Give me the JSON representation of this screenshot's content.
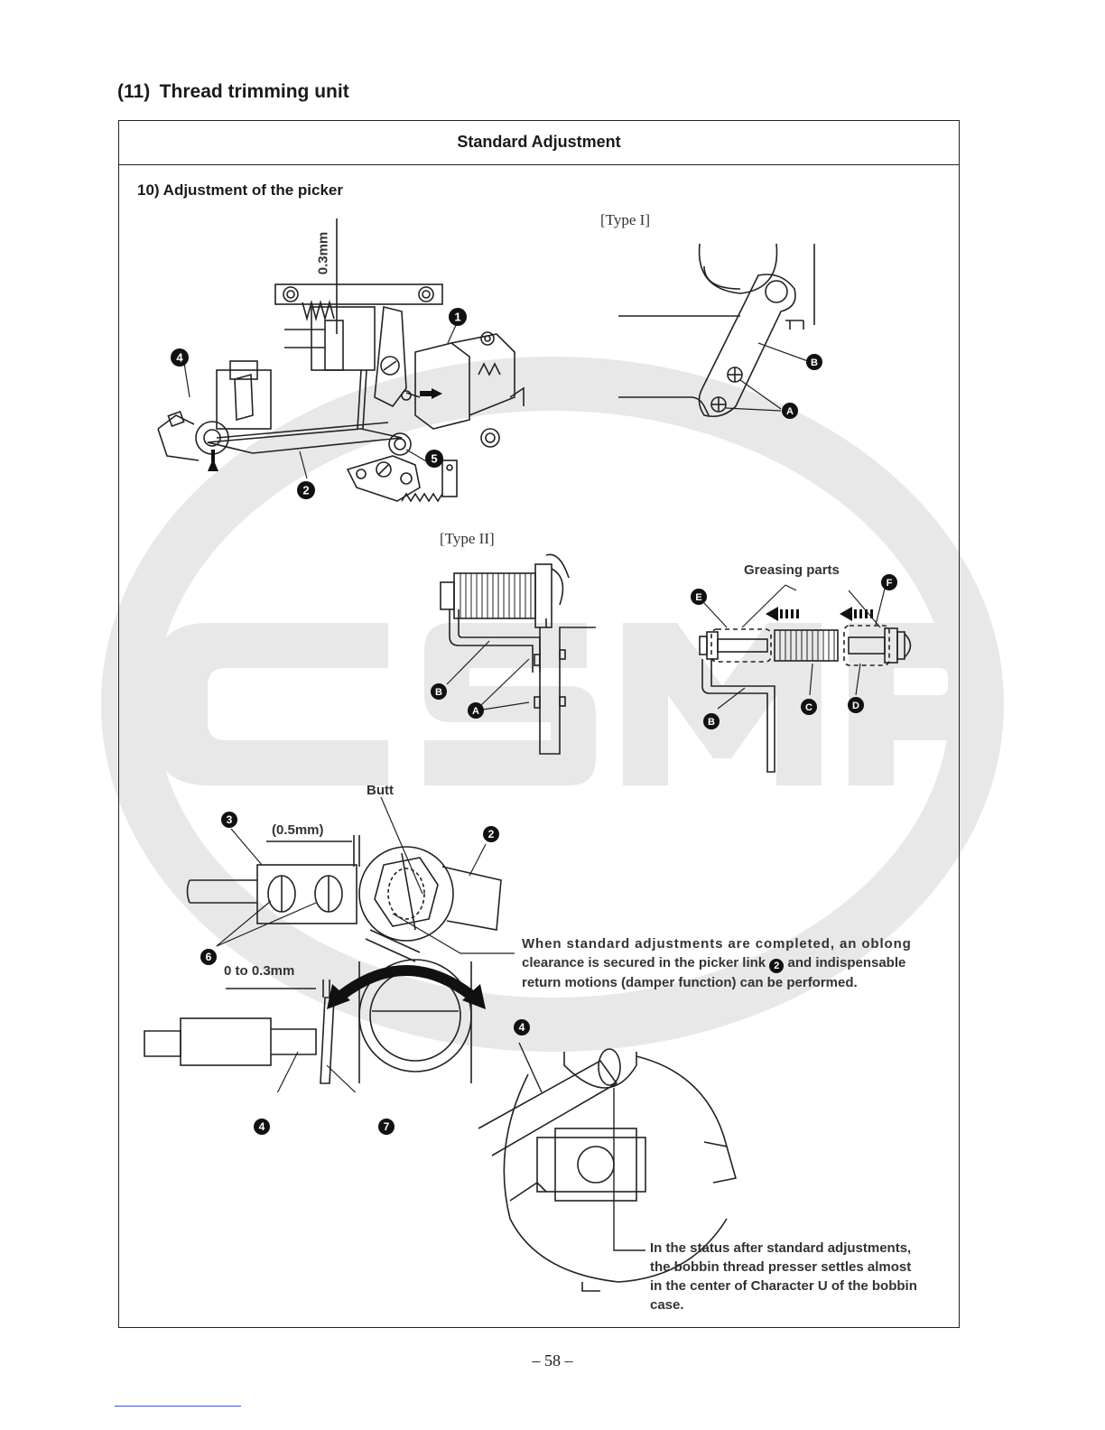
{
  "section_title": "(11) Thread trimming unit",
  "box_header": "Standard Adjustment",
  "subsection": "10) Adjustment of the picker",
  "fig_type1": "[Type I]",
  "fig_type2": "[Type II]",
  "dim_03mm": "0.3mm",
  "greasing_parts": "Greasing parts",
  "butt": "Butt",
  "dim_05mm": "(0.5mm)",
  "dim_0_03mm": "0 to 0.3mm",
  "note_oblong": {
    "line1": "When standard adjustments are completed, an oblong",
    "line2_pre": "clearance is secured in the picker link ",
    "line2_post": " and indispensable",
    "line3": "return motions (damper function) can be performed."
  },
  "note_bobbin": [
    "In the status after standard adjustments,",
    "the bobbin thread presser settles almost",
    "in the center of Character U of the bobbin",
    "case."
  ],
  "markers": {
    "n1": "1",
    "n2": "2",
    "n3": "3",
    "n4": "4",
    "n5": "5",
    "n6": "6",
    "n7": "7",
    "A": "A",
    "B": "B",
    "C": "C",
    "D": "D",
    "E": "E",
    "F": "F"
  },
  "watermark": "CSM",
  "page_number": "– 58 –",
  "colors": {
    "ink": "#1a1a1a",
    "watermark": "#e6e6e6",
    "footer_link": "#3a4fd0"
  }
}
